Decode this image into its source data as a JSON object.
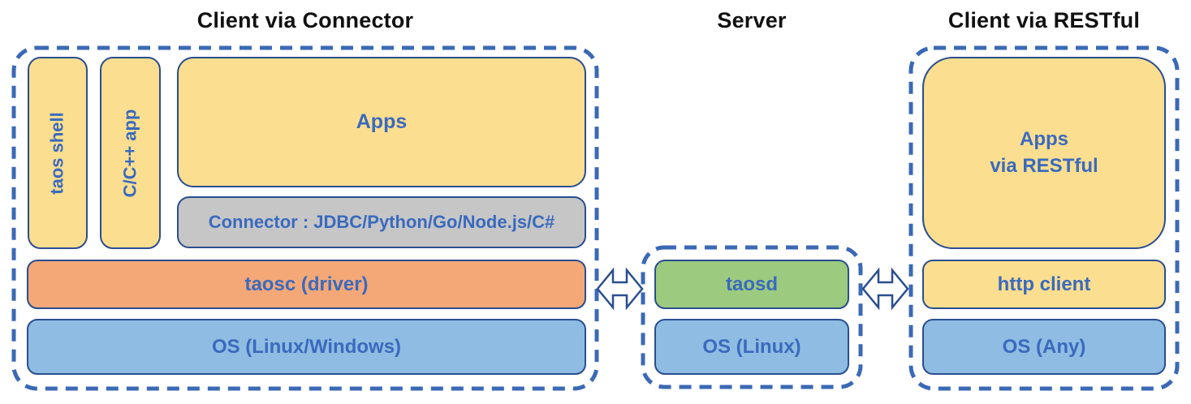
{
  "diagram": {
    "sections": {
      "connector": {
        "title": "Client via Connector",
        "boxes": {
          "taos_shell": "taos shell",
          "cpp_app": "C/C++ app",
          "apps": "Apps",
          "connector": "Connector : JDBC/Python/Go/Node.js/C#",
          "taosc": "taosc (driver)",
          "os": "OS (Linux/Windows)"
        }
      },
      "server": {
        "title": "Server",
        "boxes": {
          "taosd": "taosd",
          "os": "OS (Linux)"
        }
      },
      "restful": {
        "title": "Client via RESTful",
        "boxes": {
          "apps": "Apps\nvia RESTful",
          "http_client": "http client",
          "os": "OS (Any)"
        }
      }
    },
    "icons": {
      "left_link": "double-arrow-icon",
      "right_link": "double-arrow-icon"
    },
    "colors": {
      "yellow_fill": "#FBDE8F",
      "orange_fill": "#F4A878",
      "blue_fill": "#8FBCE2",
      "green_fill": "#9CCA7E",
      "gray_fill": "#C6C6C6",
      "box_border": "#2A4E8F",
      "dashed_border": "#3B69B5",
      "label_text": "#3A6ABE",
      "title_text": "#111111"
    }
  }
}
